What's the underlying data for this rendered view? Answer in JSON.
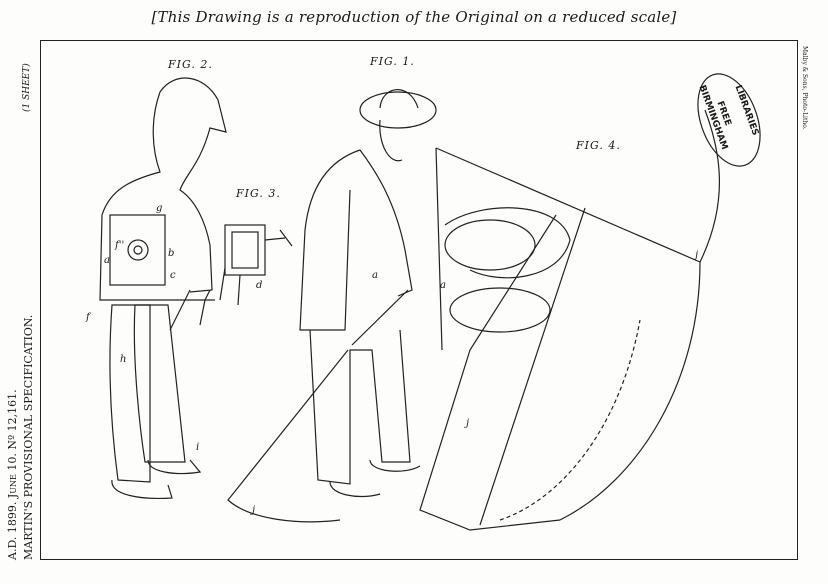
{
  "header": {
    "note": "[This Drawing is a reproduction of the Original on a reduced scale]"
  },
  "margin_left": {
    "sheet": "(1 SHEET)",
    "date_line": "A.D. 1899. June 10. Nº 12,161.",
    "title_line": "MARTIN'S PROVISIONAL SPECIFICATION."
  },
  "margin_right": {
    "printer": "Malby & Sons, Photo-Litho."
  },
  "figures": {
    "fig1": "FIG. 1.",
    "fig2": "FIG. 2.",
    "fig3": "FIG. 3.",
    "fig4": "FIG. 4."
  },
  "stamp": {
    "line1": "BIRMINGHAM",
    "line2": "FREE",
    "line3": "LIBRARIES"
  },
  "letters": {
    "a": "a",
    "b": "b",
    "c": "c",
    "e": "e",
    "f": "f",
    "fp": "f'",
    "fpp": "f''",
    "g": "g",
    "h": "h",
    "i": "i",
    "j": "j",
    "d": "d"
  }
}
